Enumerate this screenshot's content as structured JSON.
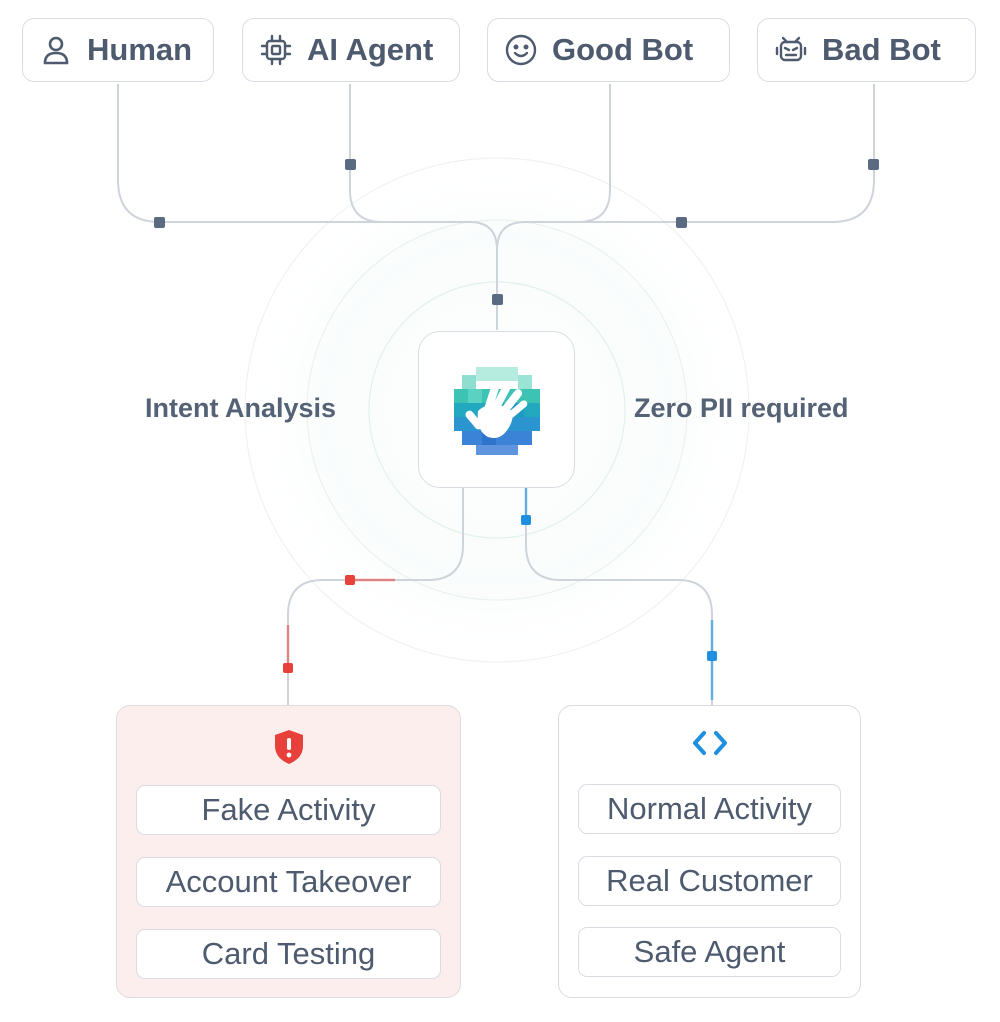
{
  "sources": [
    {
      "label": "Human",
      "icon": "user-icon"
    },
    {
      "label": "AI Agent",
      "icon": "chip-icon"
    },
    {
      "label": "Good Bot",
      "icon": "smile-icon"
    },
    {
      "label": "Bad Bot",
      "icon": "bot-icon"
    }
  ],
  "center": {
    "left_label": "Intent Analysis",
    "right_label": "Zero PII required",
    "icon": "hand-logo-icon"
  },
  "outcomes": {
    "fraud": {
      "icon": "shield-alert-icon",
      "items": [
        "Fake Activity",
        "Account Takeover",
        "Card Testing"
      ]
    },
    "legit": {
      "icon": "code-brackets-icon",
      "items": [
        "Normal Activity",
        "Real Customer",
        "Safe Agent"
      ]
    }
  },
  "colors": {
    "connector": "#cfd4dc",
    "node": "#5a6a80",
    "fraud_accent": "#e8413b",
    "legit_accent": "#1f8fe0",
    "fraud_panel_bg": "#fdeeee"
  }
}
